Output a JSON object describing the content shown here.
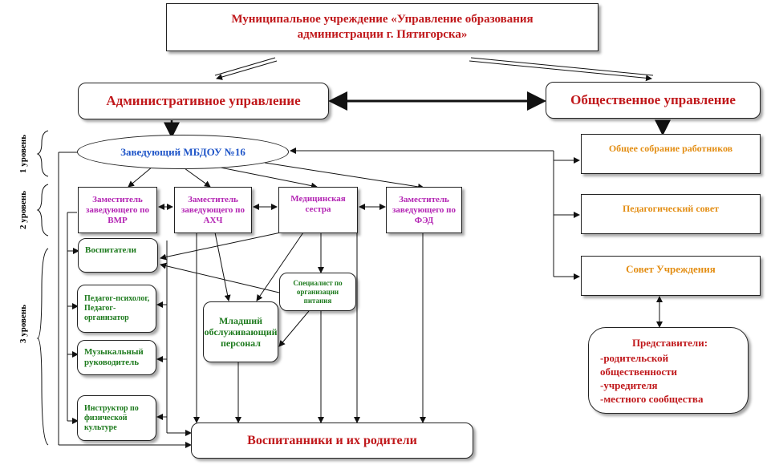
{
  "top": {
    "line1": "Муниципальное учреждение «Управление образования",
    "line2": "администрации г. Пятигорска»"
  },
  "admin": "Административное управление",
  "public": "Общественное управление",
  "levels": {
    "l1": "1 уровень",
    "l2": "2 уровень",
    "l3": "3 уровень"
  },
  "head": "Заведующий МБДОУ №16",
  "deputies": {
    "vmr": "Заместитель заведующего по ВМР",
    "ahch": "Заместитель заведующего по АХЧ",
    "nurse": "Медицинская сестра",
    "fed": "Заместитель заведующего по ФЭД"
  },
  "staff": {
    "educators": "Воспитатели",
    "psych": "Педагог-психолог, Педагог-организатор",
    "music": "Музыкальный руководитель",
    "pe": "Инструктор по физической культуре",
    "nutrition": "Специалист по организации питания",
    "junior": "Младший обслуживающий персонал"
  },
  "pupils": "Воспитанники и их родители",
  "councils": {
    "assembly": "Общее собрание  работников",
    "pedagogical": "Педагогический  совет",
    "institution": "Совет Учреждения"
  },
  "representatives": {
    "title": "Представители:",
    "items": [
      "-родительской общественности",
      "-учредителя",
      "-местного  сообщества"
    ]
  },
  "colors": {
    "red": "#c0181b",
    "magenta": "#b324b3",
    "green": "#1d7a1d",
    "orange": "#e38e14",
    "blue": "#1f55c8"
  }
}
